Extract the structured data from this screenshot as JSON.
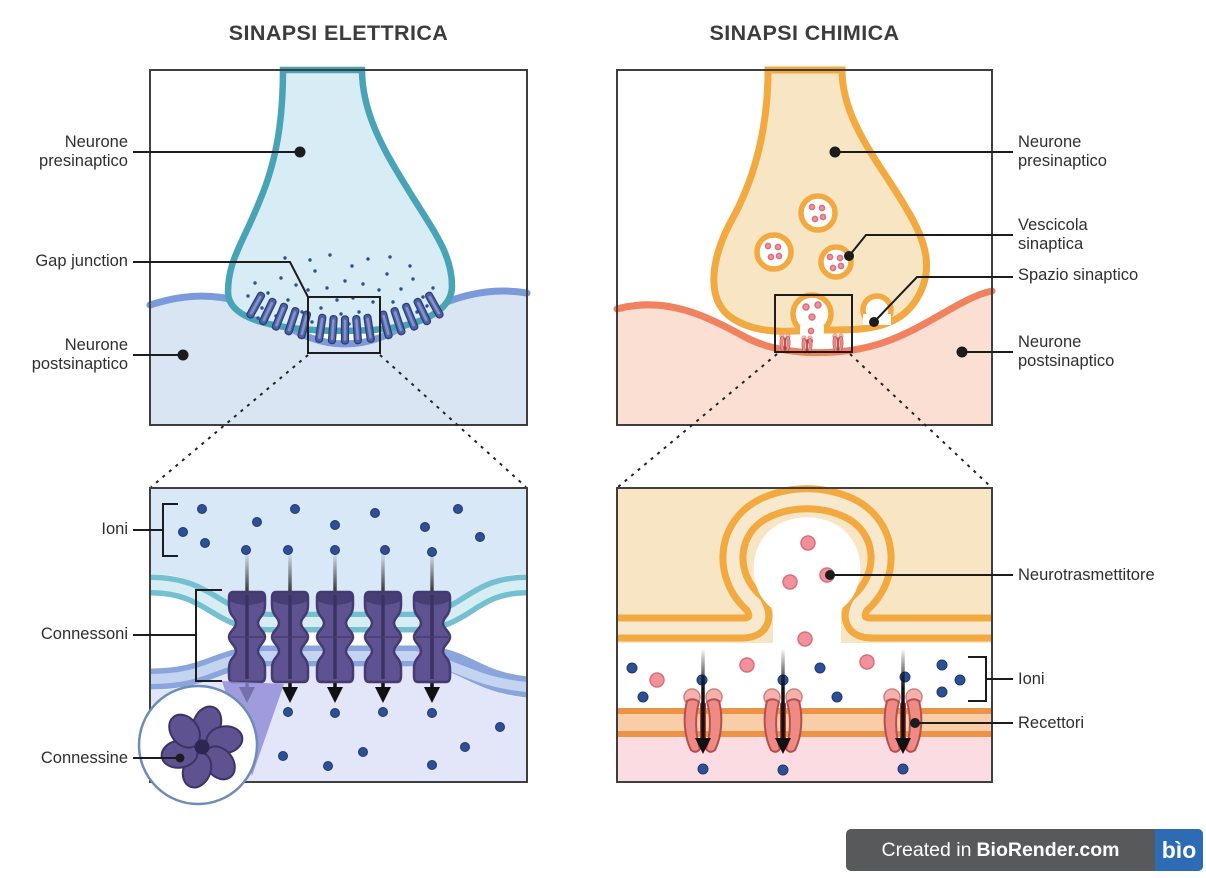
{
  "titles": {
    "electrical": "SINAPSI ELETTRICA",
    "chemical": "SINAPSI CHIMICA"
  },
  "electrical": {
    "labels": {
      "presynaptic": [
        "Neurone",
        "presinaptico"
      ],
      "gap_junction": "Gap junction",
      "postsynaptic": [
        "Neurone",
        "postsinaptico"
      ],
      "ions": "Ioni",
      "connexons": "Connessoni",
      "connexins": "Connessine"
    }
  },
  "chemical": {
    "labels": {
      "presynaptic": [
        "Neurone",
        "presinaptico"
      ],
      "vesicle": [
        "Vescicola",
        "sinaptica"
      ],
      "synaptic_space": "Spazio sinaptico",
      "postsynaptic": [
        "Neurone",
        "postsinaptico"
      ],
      "neurotransmitter": "Neurotrasmettitore",
      "ions": "Ioni",
      "receptors": "Recettori"
    }
  },
  "badge": {
    "prefix": "Created in",
    "brand": "BioRender.com",
    "logo": "bìo"
  },
  "colors": {
    "elec_pre_outline": "#48A3B6",
    "elec_pre_fill": "#D8ECF5",
    "elec_post_outline": "#7B9AD9",
    "elec_post_fill": "#D9E5F3",
    "membrane_teal_outer": "#74C0D1",
    "membrane_teal_inner": "#D5EDF3",
    "membrane_blue_outer": "#8AA5DC",
    "membrane_blue_inner": "#C4D3EF",
    "connexon_purple": "#5E5390",
    "connexon_dark": "#443B72",
    "ion_blue": "#2E4F93",
    "gap_bar_blue": "#4D61A6",
    "zoom_wedge_purple": "#8E88D4",
    "top_zone_blue": "#D9E8F7",
    "bottom_zone_lavender": "#E3E6F8",
    "chem_pre_outline": "#F2A93F",
    "chem_pre_fill": "#F8E5C4",
    "chem_post_outline": "#F0825F",
    "chem_post_fill": "#FBDFD2",
    "chem_band_light": "#F8E9CE",
    "post_membrane_orange": "#EC9347",
    "post_membrane_light": "#F8CDA8",
    "post_zone_pink": "#FBDCE2",
    "neurotransmitter_pink": "#F29199",
    "neurotransmitter_edge": "#D4737D",
    "receptor_pink": "#EF8A85",
    "receptor_edge": "#B44F4F",
    "receptor_ball": "#F5B1AD",
    "receptor_slit": "#A63939",
    "line_black": "#1C1C1C",
    "box_border": "#3F3F3F",
    "badge_gray": "#58595B",
    "badge_blue": "#2D6BB4",
    "title_color": "#3C3C3C",
    "label_color": "#2F2F2F"
  }
}
